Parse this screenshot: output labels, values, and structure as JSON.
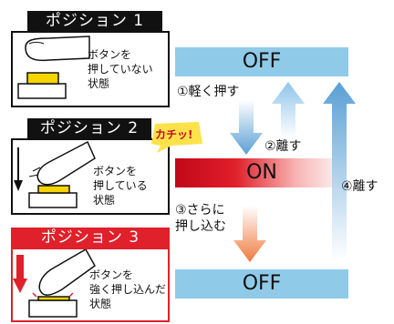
{
  "panels": [
    {
      "header": "ポジション 1",
      "caption": "ボタンを\n押していない\n状態"
    },
    {
      "header": "ポジション 2",
      "caption": "ボタンを\n押している\n状態"
    },
    {
      "header": "ポジション 3",
      "caption": "ボタンを\n強く押し込んだ\n状態"
    }
  ],
  "states": {
    "top": "OFF",
    "middle": "ON",
    "bottom": "OFF"
  },
  "steps": {
    "step1": "①軽く押す",
    "step2": "②離す",
    "step3": "③さらに\n押し込む",
    "step4": "④離す"
  },
  "click_sound": "カチッ!",
  "colors": {
    "header_black": "#111111",
    "header_red": "#e0202a",
    "off_bar": "#8fcbe8",
    "on_bar_start": "#c00818",
    "on_bar_end": "#ffffff",
    "arrow_blue": "#5a9fd4",
    "arrow_orange": "#f07a40",
    "button_yellow": "#f5d400",
    "burst_yellow": "#ffe24a"
  }
}
